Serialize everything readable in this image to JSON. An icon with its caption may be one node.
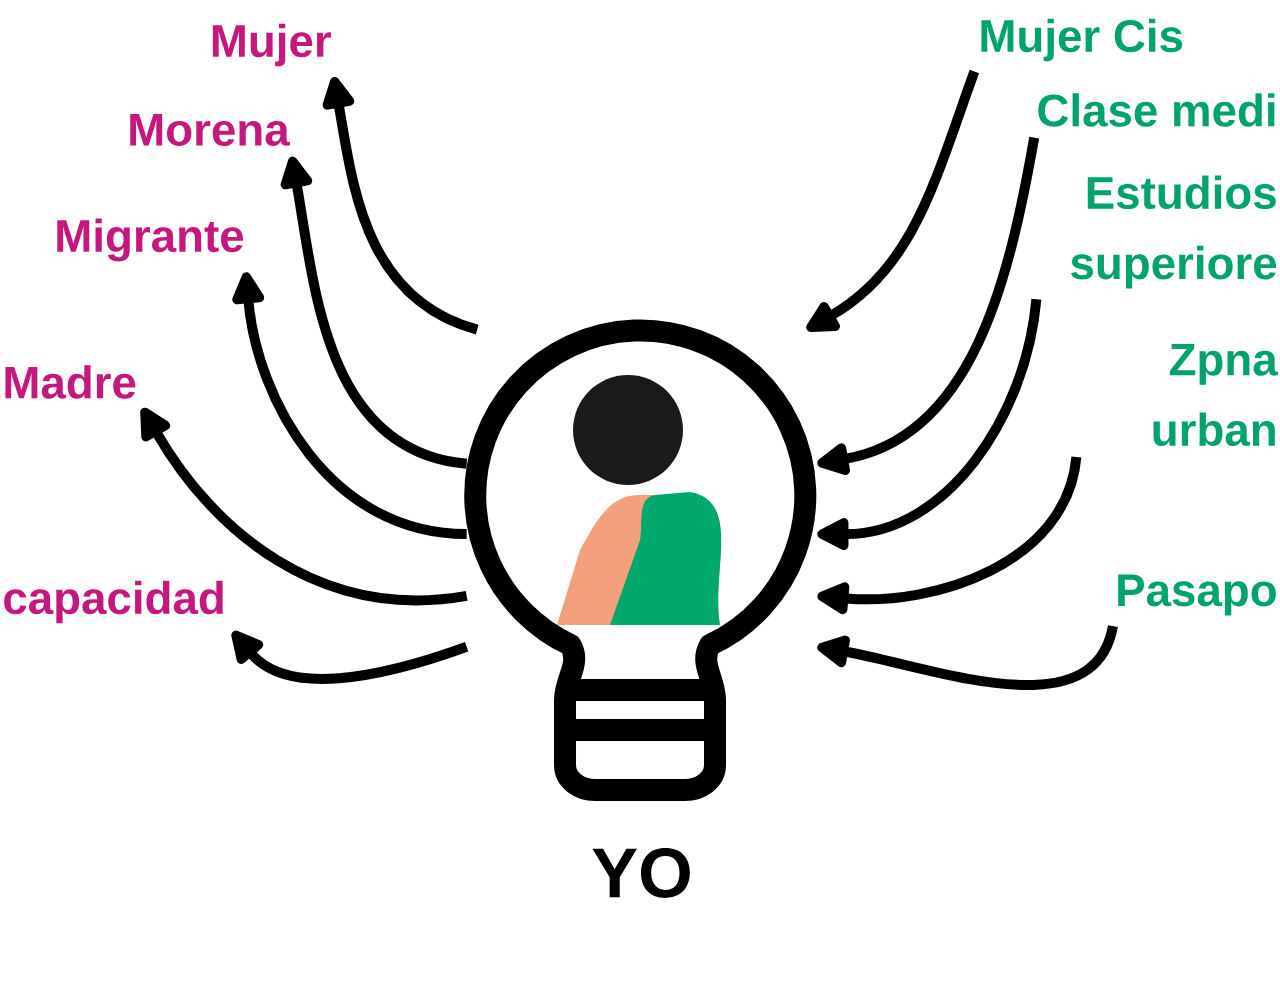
{
  "diagram": {
    "nodes": [
      {
        "text": [
          "YO"
        ]
      },
      {
        "text": [
          "Mujer"
        ]
      },
      {
        "text": [
          "Morena"
        ]
      },
      {
        "text": [
          "Migrante"
        ]
      },
      {
        "text": [
          "Madre"
        ]
      },
      {
        "text": [
          "capacidad"
        ]
      },
      {
        "text": [
          "Mujer Cis"
        ]
      },
      {
        "text": [
          "Clase medi"
        ]
      },
      {
        "text": [
          "Estudios superiore"
        ]
      },
      {
        "text": [
          "Zpna urban"
        ]
      },
      {
        "text": [
          "Pasapo"
        ]
      }
    ],
    "edges": [
      {
        "from": 0,
        "to": 1,
        "arrow": "to"
      },
      {
        "from": 0,
        "to": 2,
        "arrow": "to"
      },
      {
        "from": 0,
        "to": 3,
        "arrow": "to"
      },
      {
        "from": 0,
        "to": 4,
        "arrow": "to"
      },
      {
        "from": 0,
        "to": 5,
        "arrow": "to"
      },
      {
        "from": 6,
        "to": 0,
        "arrow": "to"
      },
      {
        "from": 7,
        "to": 0,
        "arrow": "to"
      },
      {
        "from": 8,
        "to": 0,
        "arrow": "to"
      },
      {
        "from": 9,
        "to": 0,
        "arrow": "to"
      },
      {
        "from": 10,
        "to": 0,
        "arrow": "to"
      }
    ]
  }
}
